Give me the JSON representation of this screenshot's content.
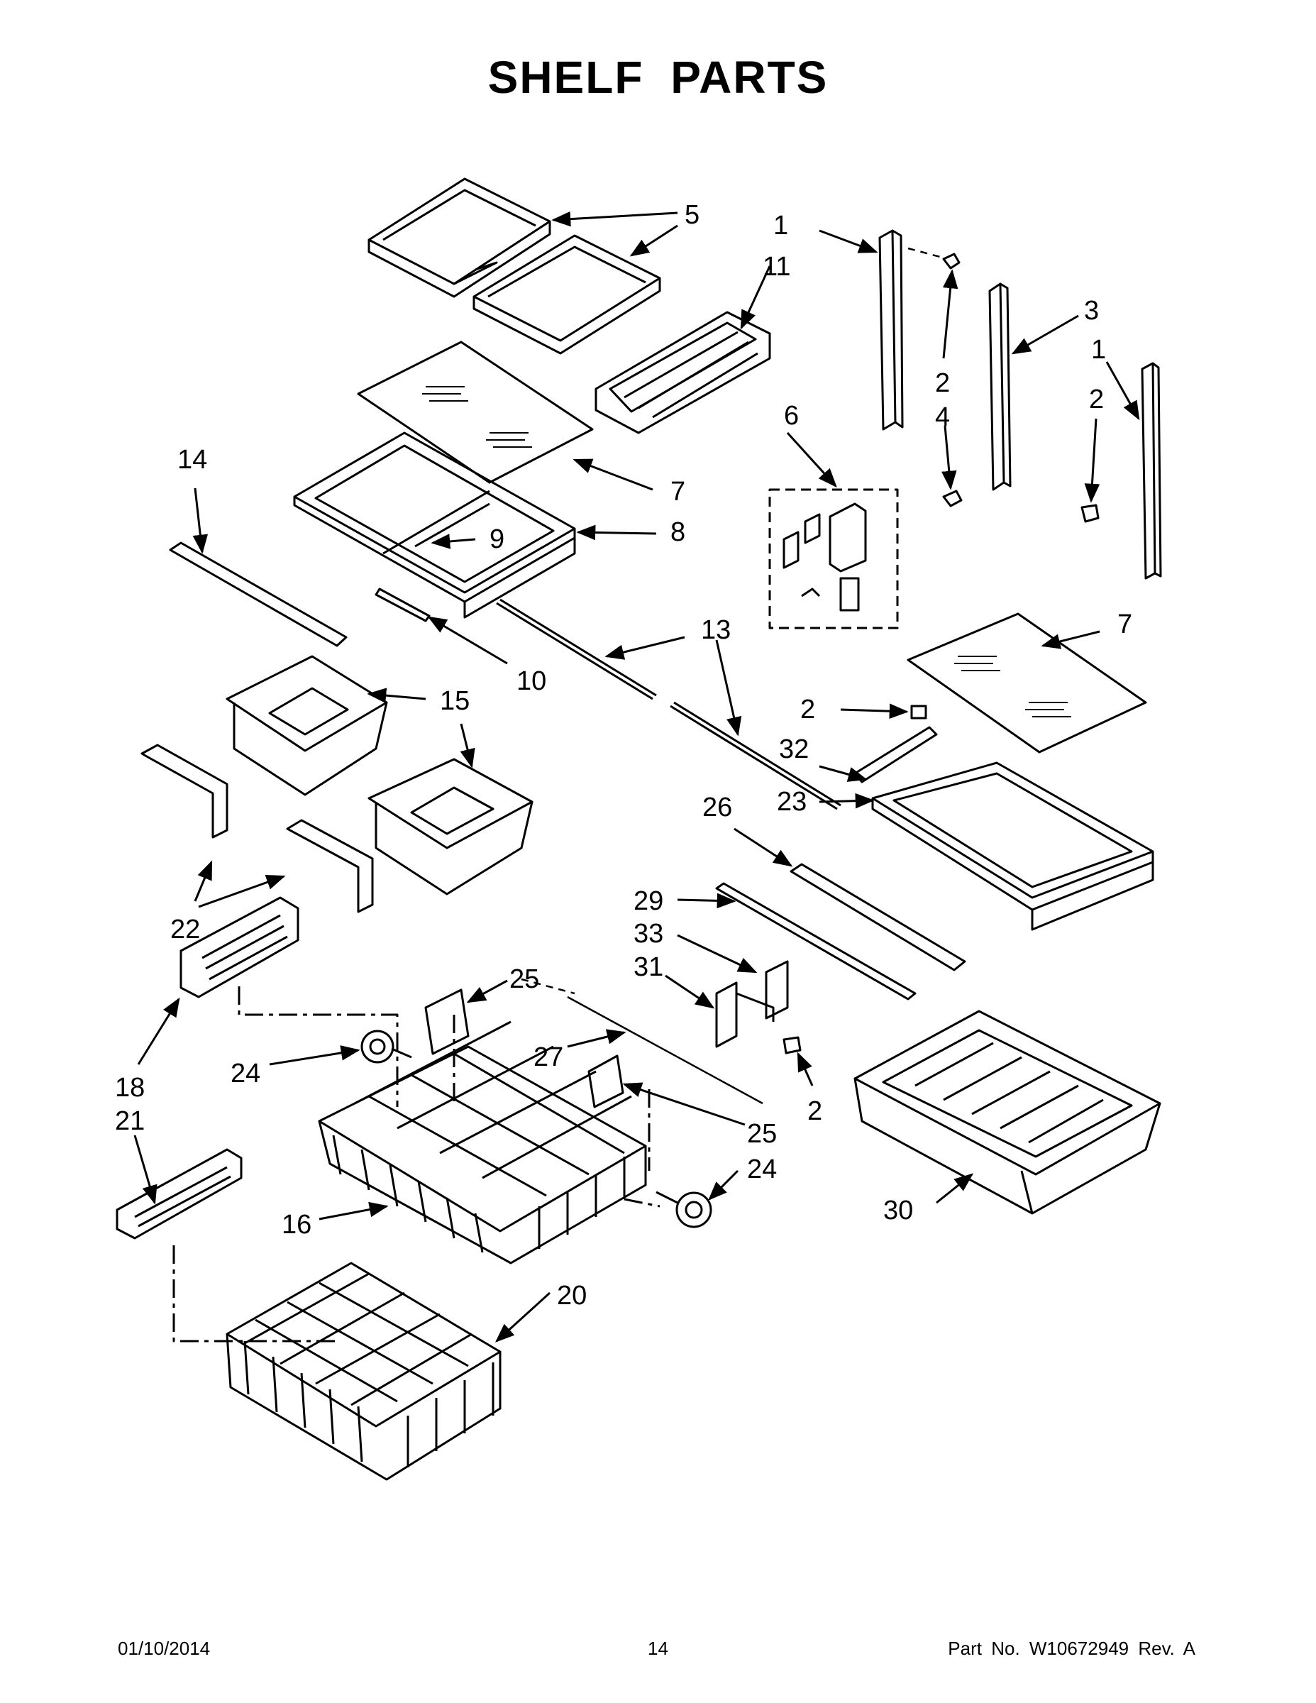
{
  "title": "SHELF PARTS",
  "footer": {
    "date": "01/10/2014",
    "page": "14",
    "part_number": "Part No.  W10672949  Rev.  A"
  },
  "callouts": {
    "c1a": "1",
    "c1b": "1",
    "c2a": "2",
    "c2b": "2",
    "c2c": "2",
    "c2d": "2",
    "c3": "3",
    "c4": "4",
    "c5": "5",
    "c6": "6",
    "c7a": "7",
    "c7b": "7",
    "c8": "8",
    "c9": "9",
    "c10": "10",
    "c11": "11",
    "c13": "13",
    "c14": "14",
    "c15": "15",
    "c16": "16",
    "c18": "18",
    "c20": "20",
    "c21": "21",
    "c22": "22",
    "c23": "23",
    "c24a": "24",
    "c24b": "24",
    "c25a": "25",
    "c25b": "25",
    "c26": "26",
    "c27": "27",
    "c29": "29",
    "c30": "30",
    "c31": "31",
    "c32": "32",
    "c33": "33"
  }
}
